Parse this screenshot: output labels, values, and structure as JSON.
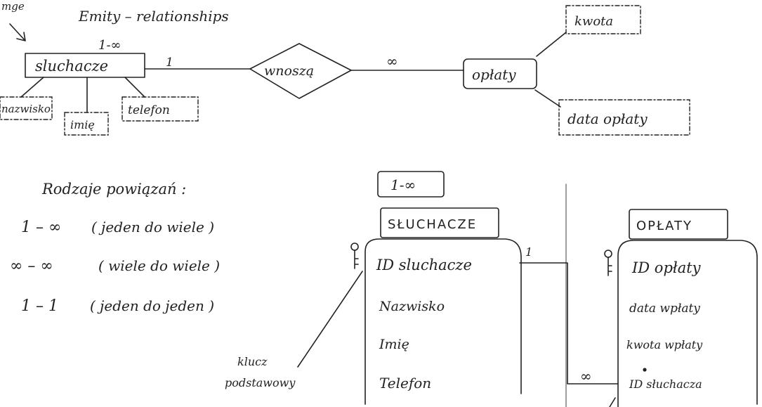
{
  "header": {
    "corner_label": "mge",
    "title": "Emity – relationships"
  },
  "er": {
    "students_entity": "sluchacze",
    "students_cardinality": "1-∞",
    "left_mult": "1",
    "relation": "wnoszą",
    "right_mult": "∞",
    "payments_entity": "opłaty",
    "students_attrs": [
      "nazwisko",
      "imię",
      "telefon"
    ],
    "payments_attrs": [
      "kwota",
      "data opłaty"
    ]
  },
  "relations_list": {
    "heading": "Rodzaje powiązań :",
    "items": [
      {
        "code": "1 – ∞",
        "desc": "( jeden do wiele )"
      },
      {
        "code": "∞ – ∞",
        "desc": "( wiele do wiele )"
      },
      {
        "code": "1 – 1",
        "desc": "( jeden do jeden )"
      }
    ]
  },
  "tables": {
    "cardinality_box": "1-∞",
    "students": {
      "title": "SŁUCHACZE",
      "fields": [
        "ID sluchacze",
        "Nazwisko",
        "Imię",
        "Telefon"
      ]
    },
    "payments": {
      "title": "OPŁATY",
      "fields": [
        "ID opłaty",
        "data wpłaty",
        "kwota wpłaty",
        "ID słuchacza"
      ]
    },
    "link_one": "1",
    "link_many": "∞",
    "key_label_line1": "klucz",
    "key_label_line2": "podstawowy"
  }
}
